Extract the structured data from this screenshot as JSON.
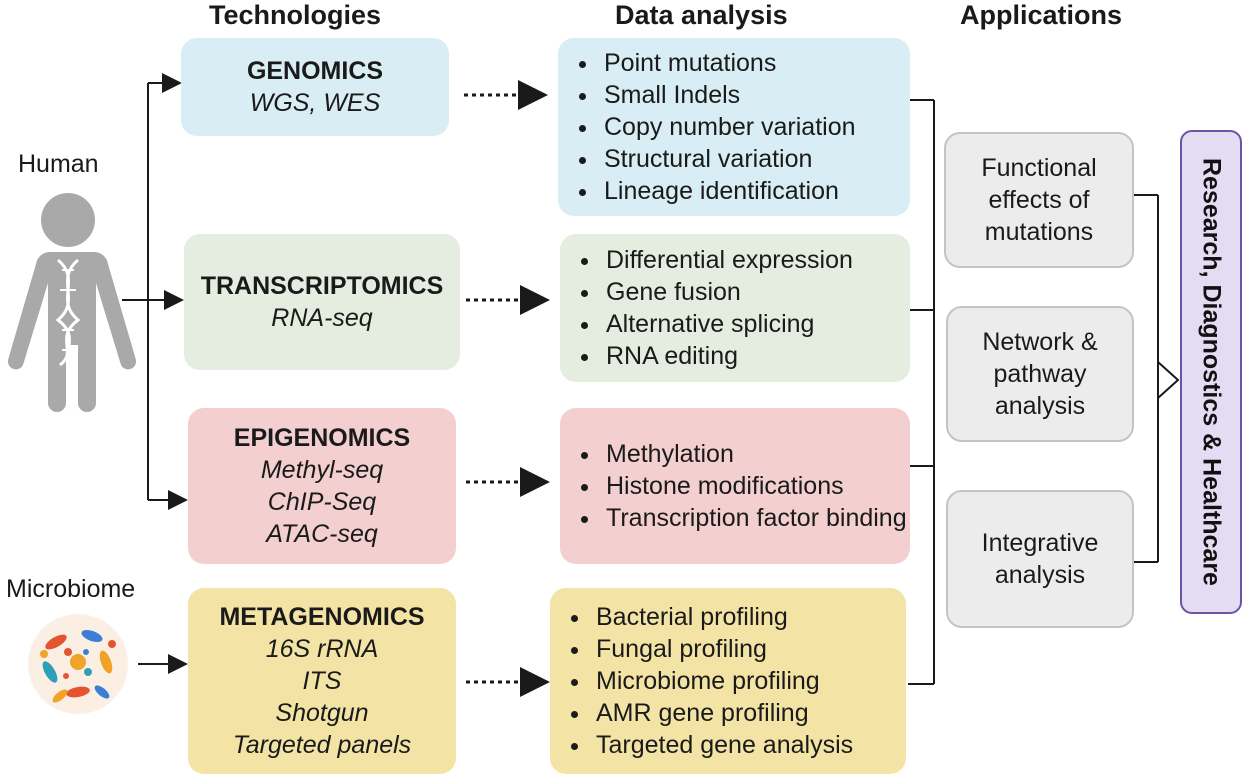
{
  "headers": {
    "technologies": "Technologies",
    "data_analysis": "Data analysis",
    "applications": "Applications"
  },
  "sources": {
    "human": "Human",
    "microbiome": "Microbiome"
  },
  "colors": {
    "genomics": "#d9edf4",
    "transcriptomics": "#e4eddf",
    "epigenomics": "#f3cfcf",
    "metagenomics": "#f3e4a6",
    "applications_box": "#ececec",
    "research_box": "#e4dcf2",
    "research_border": "#6a54a6"
  },
  "technologies": [
    {
      "title": "GENOMICS",
      "sub": [
        "WGS, WES"
      ]
    },
    {
      "title": "TRANSCRIPTOMICS",
      "sub": [
        "RNA-seq"
      ]
    },
    {
      "title": "EPIGENOMICS",
      "sub": [
        "Methyl-seq",
        "ChIP-Seq",
        "ATAC-seq"
      ]
    },
    {
      "title": "METAGENOMICS",
      "sub": [
        "16S rRNA",
        "ITS",
        "Shotgun",
        "Targeted panels"
      ]
    }
  ],
  "analysis": [
    [
      "Point mutations",
      "Small Indels",
      "Copy number variation",
      "Structural variation",
      "Lineage identification"
    ],
    [
      "Differential expression",
      "Gene fusion",
      "Alternative splicing",
      "RNA editing"
    ],
    [
      "Methylation",
      "Histone modifications",
      "Transcription factor binding"
    ],
    [
      "Bacterial profiling",
      "Fungal profiling",
      "Microbiome profiling",
      "AMR gene profiling",
      "Targeted gene analysis"
    ]
  ],
  "applications": [
    "Functional effects of mutations",
    "Network & pathway analysis",
    "Integrative analysis"
  ],
  "outcome": "Research, Diagnostics & Healthcare",
  "icons": {
    "human": "human-dna-icon",
    "microbiome": "microbiome-icon"
  }
}
